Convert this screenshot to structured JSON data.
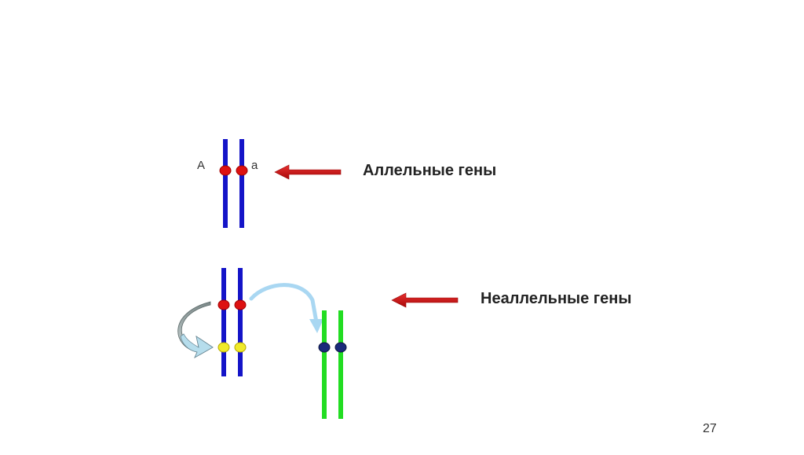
{
  "slide": {
    "page_number": "27"
  },
  "allelic": {
    "label": "Аллельные гены",
    "allele_left": "A",
    "allele_right": "a"
  },
  "nonallelic": {
    "label": "Неаллельные гены"
  },
  "colors": {
    "chromosome_blue": "#1414c8",
    "chromosome_green": "#22dd22",
    "gene_red": "#dd1111",
    "gene_yellow": "#f0ea2a",
    "gene_navy": "#1a2a7a",
    "pointer_arrow_red": "#cc1111",
    "curved_arrow_light_blue": "#a9d7f2",
    "curved_arrow_gray": "#9aa5a5"
  }
}
